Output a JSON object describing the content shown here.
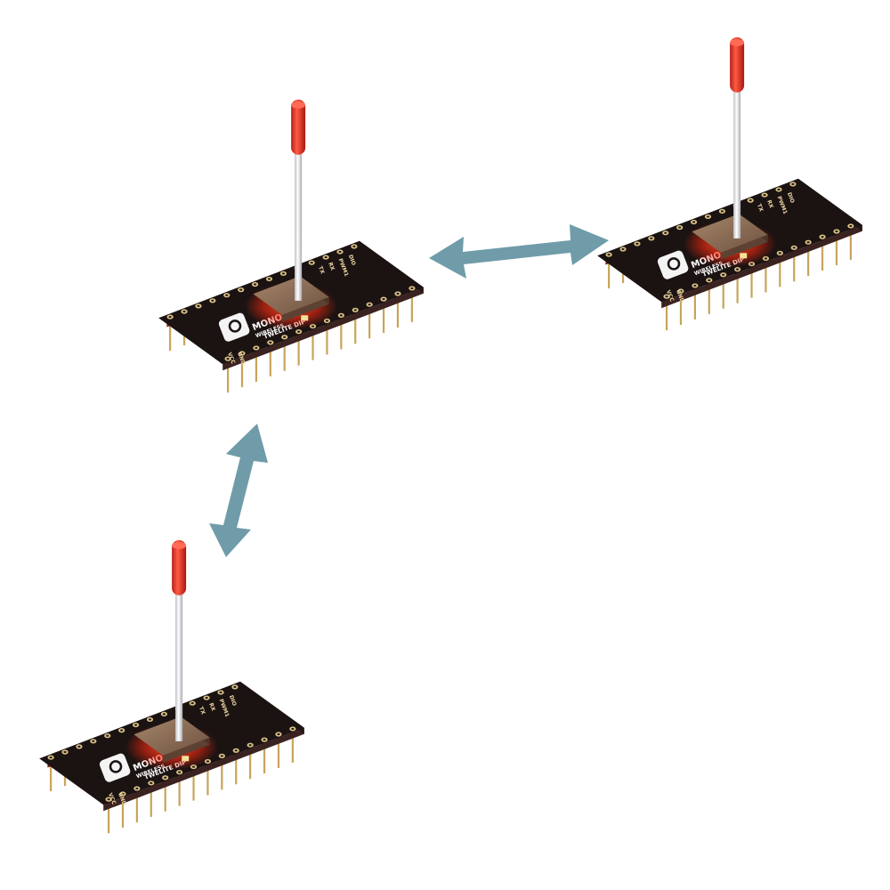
{
  "diagram": {
    "colors": {
      "background": "#ffffff",
      "arrow": "#6f9ca8",
      "pcb": "#1b1312",
      "pcb_edge": "#3a2220",
      "shield": "#8a6a52",
      "antenna_cap": "#e23a2a",
      "antenna_rod": "#e4e4e8",
      "pin": "#c8a45a",
      "glow": "#ff3a22"
    },
    "modules": [
      {
        "id": "module-center",
        "brand_line1": "MONO",
        "brand_line2": "WIRELESS",
        "model": "TWELITE DIP",
        "pin_labels": [
          "VCC",
          "GND",
          "TX",
          "RX",
          "PWM1",
          "DIO"
        ]
      },
      {
        "id": "module-right",
        "brand_line1": "MONO",
        "brand_line2": "WIRELESS",
        "model": "TWELITE DIP",
        "pin_labels": [
          "VCC",
          "GND",
          "TX",
          "RX",
          "PWM1",
          "DIO"
        ]
      },
      {
        "id": "module-bottom",
        "brand_line1": "MONO",
        "brand_line2": "WIRELESS",
        "model": "TWELITE DIP",
        "pin_labels": [
          "VCC",
          "GND",
          "TX",
          "RX",
          "PWM1",
          "DIO"
        ]
      }
    ],
    "links": [
      {
        "id": "link-center-right",
        "from": "module-center",
        "to": "module-right",
        "bidirectional": true
      },
      {
        "id": "link-center-bottom",
        "from": "module-center",
        "to": "module-bottom",
        "bidirectional": true
      }
    ]
  }
}
